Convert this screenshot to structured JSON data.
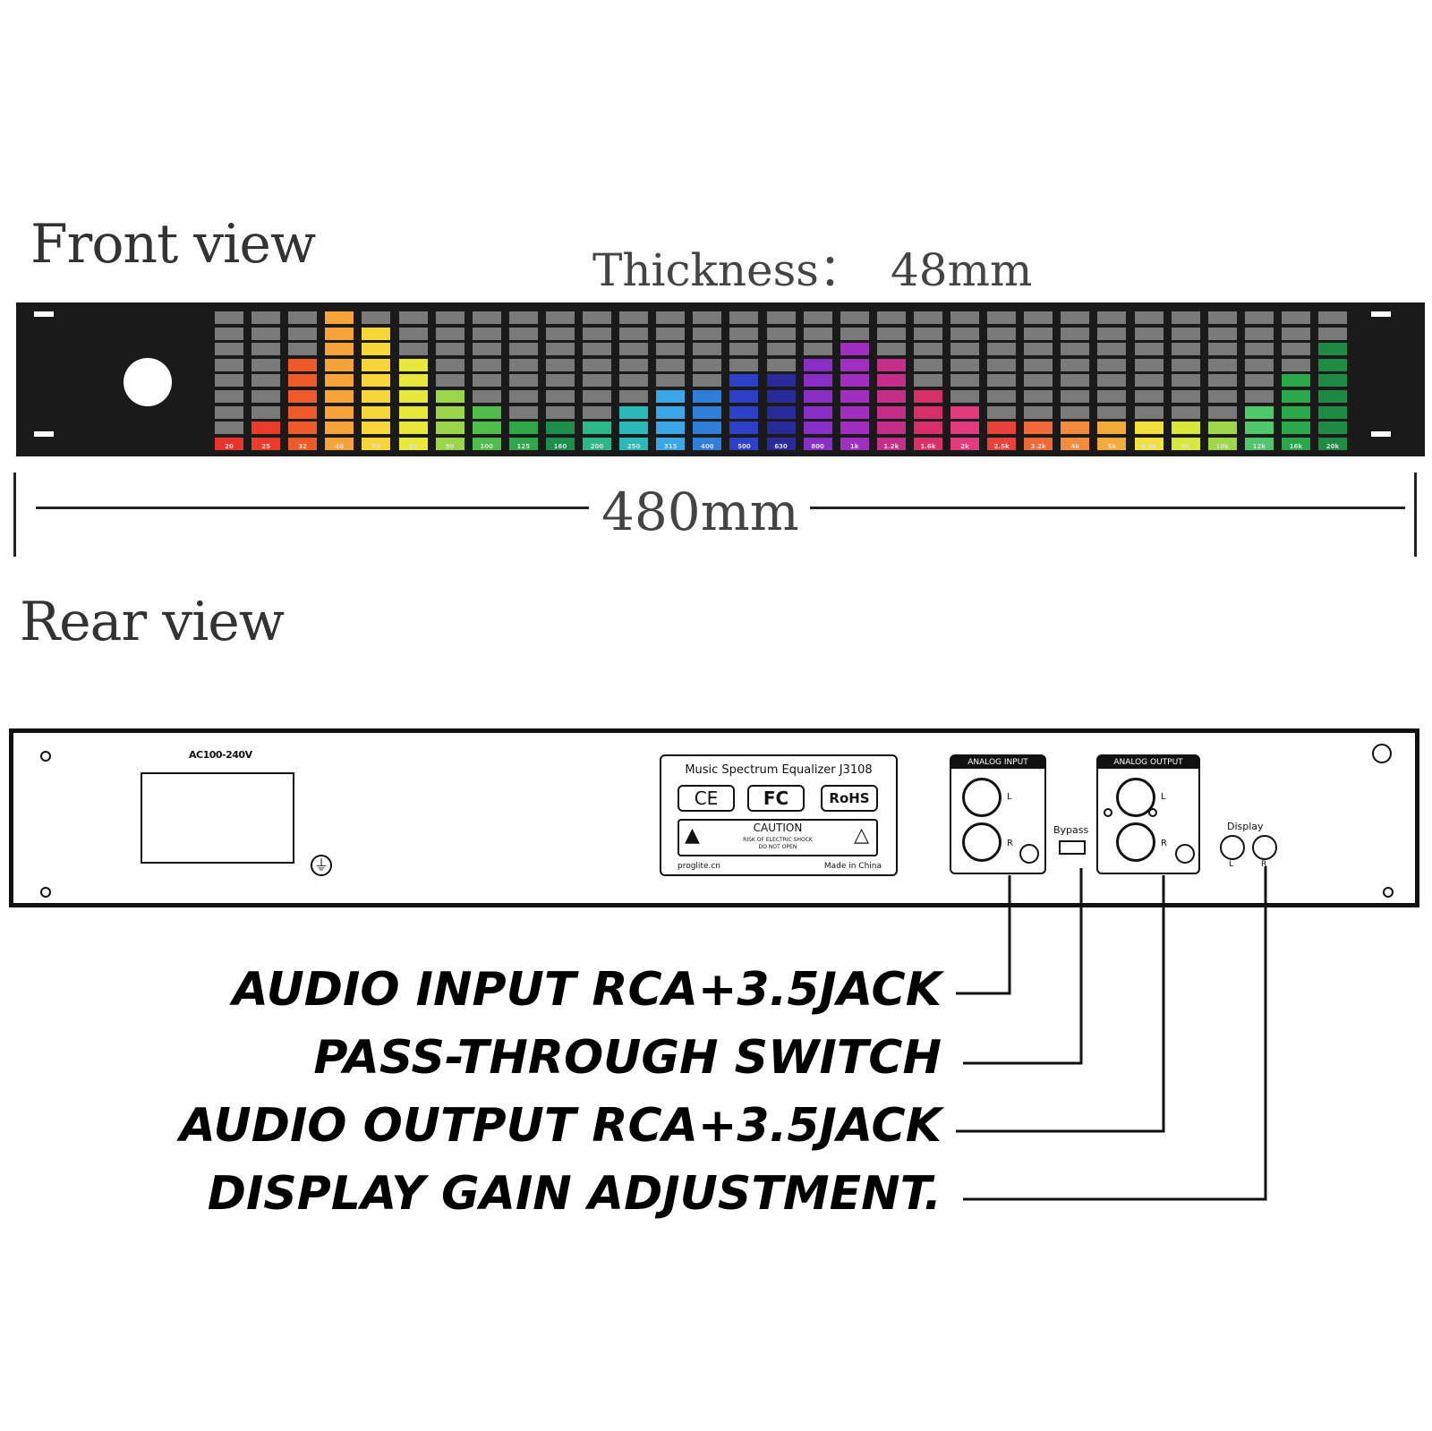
{
  "front_view_title": "Front view",
  "thickness_label": "Thickness：",
  "thickness_value": "48mm",
  "width_value": "480mm",
  "rear_view_title": "Rear view",
  "front_panel": {
    "segments_per_band": 9,
    "bands": [
      {
        "label": "20",
        "lit": 1,
        "color": "#e8322e"
      },
      {
        "label": "25",
        "lit": 2,
        "color": "#ec3b2a"
      },
      {
        "label": "32",
        "lit": 6,
        "color": "#f05a28"
      },
      {
        "label": "40",
        "lit": 9,
        "color": "#f7a33a"
      },
      {
        "label": "50",
        "lit": 8,
        "color": "#f7d63a"
      },
      {
        "label": "63",
        "lit": 6,
        "color": "#e8e83a"
      },
      {
        "label": "80",
        "lit": 4,
        "color": "#9bd64a"
      },
      {
        "label": "100",
        "lit": 3,
        "color": "#4ebd4a"
      },
      {
        "label": "125",
        "lit": 2,
        "color": "#2fa84a"
      },
      {
        "label": "160",
        "lit": 2,
        "color": "#1e8f4a"
      },
      {
        "label": "200",
        "lit": 2,
        "color": "#2db88a"
      },
      {
        "label": "250",
        "lit": 3,
        "color": "#2ab8b8"
      },
      {
        "label": "315",
        "lit": 4,
        "color": "#3aa8e8"
      },
      {
        "label": "400",
        "lit": 4,
        "color": "#2f7fd8"
      },
      {
        "label": "500",
        "lit": 5,
        "color": "#2e3fc8"
      },
      {
        "label": "630",
        "lit": 5,
        "color": "#2a2a9a"
      },
      {
        "label": "800",
        "lit": 6,
        "color": "#8a2ec8"
      },
      {
        "label": "1k",
        "lit": 7,
        "color": "#a22ec0"
      },
      {
        "label": "1.2k",
        "lit": 6,
        "color": "#c42e88"
      },
      {
        "label": "1.6k",
        "lit": 4,
        "color": "#d82e6a"
      },
      {
        "label": "2k",
        "lit": 3,
        "color": "#e23a7a"
      },
      {
        "label": "2.5k",
        "lit": 2,
        "color": "#e8413a"
      },
      {
        "label": "3.2k",
        "lit": 2,
        "color": "#ef6a36"
      },
      {
        "label": "4k",
        "lit": 2,
        "color": "#f28c3a"
      },
      {
        "label": "5k",
        "lit": 2,
        "color": "#f5ab3a"
      },
      {
        "label": "6.3k",
        "lit": 2,
        "color": "#f2e03a"
      },
      {
        "label": "8k",
        "lit": 2,
        "color": "#d8e83a"
      },
      {
        "label": "10k",
        "lit": 2,
        "color": "#9ed84a"
      },
      {
        "label": "12k",
        "lit": 3,
        "color": "#4ec86a"
      },
      {
        "label": "16k",
        "lit": 5,
        "color": "#2aa84a"
      },
      {
        "label": "20k",
        "lit": 7,
        "color": "#1e8a44"
      }
    ]
  },
  "rear_panel": {
    "power_label": "AC100-240V",
    "product_label": {
      "title": "Music Spectrum Equalizer J3108",
      "ce": "CE",
      "fc": "FC",
      "rohs": "RoHS",
      "caution": "CAUTION",
      "caution_sub1": "RISK OF ELECTRIC SHOCK",
      "caution_sub2": "DO NOT OPEN",
      "site": "proglite.cn",
      "made_in": "Made in China"
    },
    "analog_input": "ANALOG INPUT",
    "analog_output": "ANALOG OUTPUT",
    "channel_l": "L",
    "channel_r": "R",
    "bypass": "Bypass",
    "display": "Display"
  },
  "callouts": [
    "AUDIO INPUT RCA+3.5JACK",
    "PASS-THROUGH SWITCH",
    "AUDIO OUTPUT RCA+3.5JACK",
    "DISPLAY GAIN ADJUSTMENT."
  ]
}
